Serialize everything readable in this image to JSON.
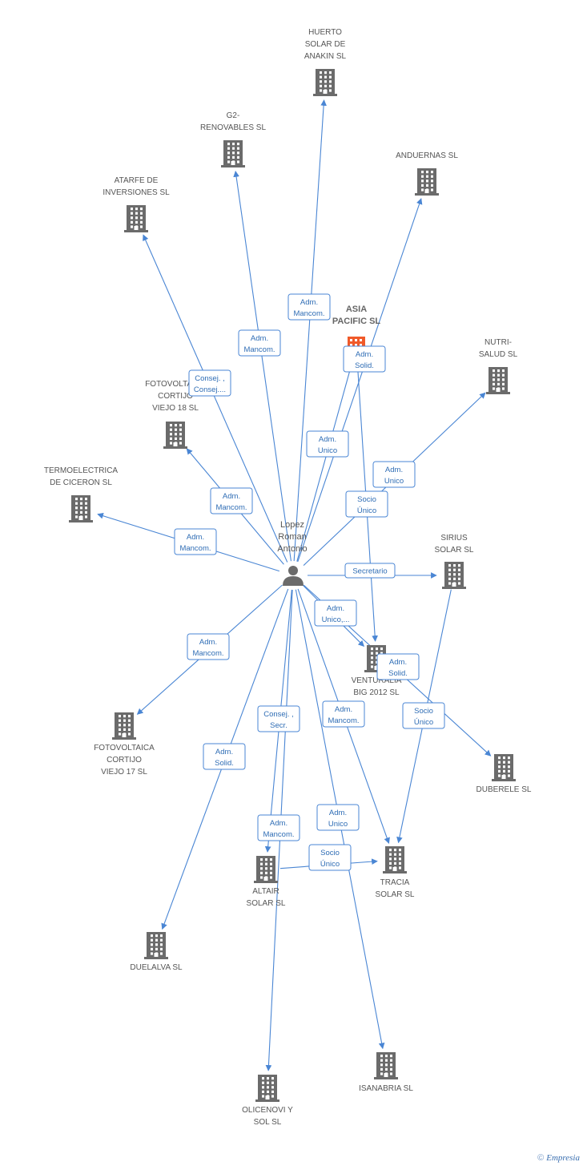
{
  "person": {
    "lines": [
      "Lopez",
      "Roman",
      "Antonio"
    ]
  },
  "companies": [
    {
      "id": "huerto",
      "lines": [
        "HUERTO",
        "SOLAR DE",
        "ANAKIN SL"
      ],
      "highlight": false
    },
    {
      "id": "g2",
      "lines": [
        "G2-",
        "RENOVABLES SL"
      ],
      "highlight": false
    },
    {
      "id": "anduernas",
      "lines": [
        "ANDUERNAS SL"
      ],
      "highlight": false
    },
    {
      "id": "atarfe",
      "lines": [
        "ATARFE DE",
        "INVERSIONES SL"
      ],
      "highlight": false
    },
    {
      "id": "asia",
      "lines": [
        "ASIA",
        "PACIFIC SL"
      ],
      "highlight": true
    },
    {
      "id": "nutri",
      "lines": [
        "NUTRI-",
        "SALUD SL"
      ],
      "highlight": false
    },
    {
      "id": "fotov18",
      "lines": [
        "FOTOVOLTAICA",
        "CORTIJO",
        "VIEJO 18 SL"
      ],
      "highlight": false
    },
    {
      "id": "termo",
      "lines": [
        "TERMOELECTRICA",
        "DE CICERON SL"
      ],
      "highlight": false
    },
    {
      "id": "sirius",
      "lines": [
        "SIRIUS",
        "SOLAR SL"
      ],
      "highlight": false
    },
    {
      "id": "venturalia",
      "lines": [
        "VENTURALIA",
        "BIG 2012 SL"
      ],
      "highlight": false
    },
    {
      "id": "fotov17",
      "lines": [
        "FOTOVOLTAICA",
        "CORTIJO",
        "VIEJO 17 SL"
      ],
      "highlight": false
    },
    {
      "id": "duberele",
      "lines": [
        "DUBERELE SL"
      ],
      "highlight": false
    },
    {
      "id": "altair",
      "lines": [
        "ALTAIR",
        "SOLAR SL"
      ],
      "highlight": false
    },
    {
      "id": "tracia",
      "lines": [
        "TRACIA",
        "SOLAR SL"
      ],
      "highlight": false
    },
    {
      "id": "duelalva",
      "lines": [
        "DUELALVA SL"
      ],
      "highlight": false
    },
    {
      "id": "isanabria",
      "lines": [
        "ISANABRIA SL"
      ],
      "highlight": false
    },
    {
      "id": "olicenovi",
      "lines": [
        "OLICENOVI Y",
        "SOL SL"
      ],
      "highlight": false
    }
  ],
  "relations": [
    {
      "from": "person",
      "to": "huerto",
      "label": [
        "Adm.",
        "Mancom."
      ]
    },
    {
      "from": "person",
      "to": "g2",
      "label": [
        "Adm.",
        "Mancom."
      ]
    },
    {
      "from": "person",
      "to": "atarfe",
      "label": [
        "Consej. ,",
        "Consej...."
      ]
    },
    {
      "from": "person",
      "to": "anduernas",
      "label": [
        "Adm.",
        "Solid."
      ]
    },
    {
      "from": "person",
      "to": "asia",
      "label": [
        "Adm.",
        "Unico"
      ]
    },
    {
      "from": "person",
      "to": "nutri",
      "label": [
        "Adm.",
        "Unico"
      ]
    },
    {
      "from": "person",
      "to": "fotov18",
      "label": [
        "Adm.",
        "Mancom."
      ]
    },
    {
      "from": "person",
      "to": "termo",
      "label": [
        "Adm.",
        "Mancom."
      ]
    },
    {
      "from": "asia",
      "to": "venturalia",
      "label": [
        "Socio",
        "Único"
      ]
    },
    {
      "from": "person",
      "to": "sirius",
      "label": [
        "Secretario"
      ]
    },
    {
      "from": "person",
      "to": "venturalia",
      "label": [
        "Adm.",
        "Unico,..."
      ]
    },
    {
      "from": "person",
      "to": "duberele",
      "label": [
        "Adm.",
        "Solid."
      ]
    },
    {
      "from": "person",
      "to": "fotov17",
      "label": [
        "Adm.",
        "Mancom."
      ]
    },
    {
      "from": "sirius",
      "to": "tracia",
      "label": [
        "Socio",
        "Único"
      ]
    },
    {
      "from": "person",
      "to": "altair",
      "label": [
        "Consej. ,",
        "Secr."
      ]
    },
    {
      "from": "person",
      "to": "tracia",
      "label": [
        "Adm.",
        "Mancom."
      ]
    },
    {
      "from": "person",
      "to": "duelalva",
      "label": [
        "Adm.",
        "Solid."
      ]
    },
    {
      "from": "person",
      "to": "isanabria",
      "label": [
        "Adm.",
        "Unico"
      ]
    },
    {
      "from": "person",
      "to": "olicenovi",
      "label": [
        "Adm.",
        "Mancom."
      ]
    },
    {
      "from": "altair",
      "to": "tracia",
      "label": [
        "Socio",
        "Único"
      ]
    }
  ],
  "colors": {
    "edge": "#4a86d4",
    "building": "#6b6b6b",
    "highlight": "#f05a2a",
    "person": "#6b6b6b"
  },
  "brand": {
    "copyright": "©",
    "name": "Empresia"
  }
}
